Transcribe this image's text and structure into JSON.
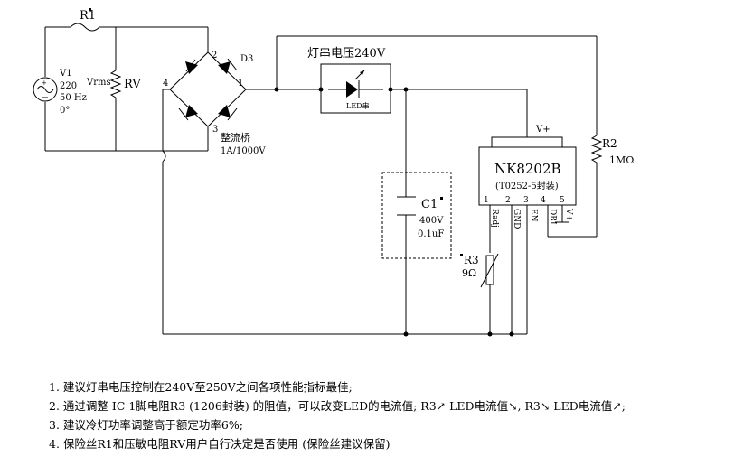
{
  "labels": {
    "r1": "R1",
    "v1_name": "V1",
    "v1_voltage": "220",
    "v1_freq": "50 Hz",
    "v1_phase": "0°",
    "vrms": "Vrms",
    "rv": "RV",
    "d3": "D3",
    "pin1": "1",
    "pin2": "2",
    "pin3": "3",
    "pin4": "4",
    "bridge_name": "整流桥",
    "bridge_rating": "1A/1000V",
    "led_string_title": "灯串电压240V",
    "led_string": "LED串",
    "vplus_top": "V+",
    "ic_name": "NK8202B",
    "ic_package": "(T0252-5封装)",
    "ic_pins": [
      "1",
      "2",
      "3",
      "4",
      "5"
    ],
    "ic_pin_names": [
      "Radj",
      "GND",
      "EN",
      "DRI",
      "V+"
    ],
    "r2": "R2",
    "r2_value": "1MΩ",
    "c1": "C1",
    "c1_voltage": "400V",
    "c1_value": "0.1uF",
    "r3": "R3",
    "r3_value": "9Ω"
  },
  "notes": [
    "1. 建议灯串电压控制在240V至250V之间各项性能指标最佳;",
    "2. 通过调整 IC 1脚电阻R3 (1206封装) 的阻值，可以改变LED的电流值; R3↗ LED电流值↘, R3↘ LED电流值↗;",
    "3. 建议冷灯功率调整高于额定功率6%;",
    "4. 保险丝R1和压敏电阻RV用户自行决定是否使用 (保险丝建议保留)"
  ]
}
